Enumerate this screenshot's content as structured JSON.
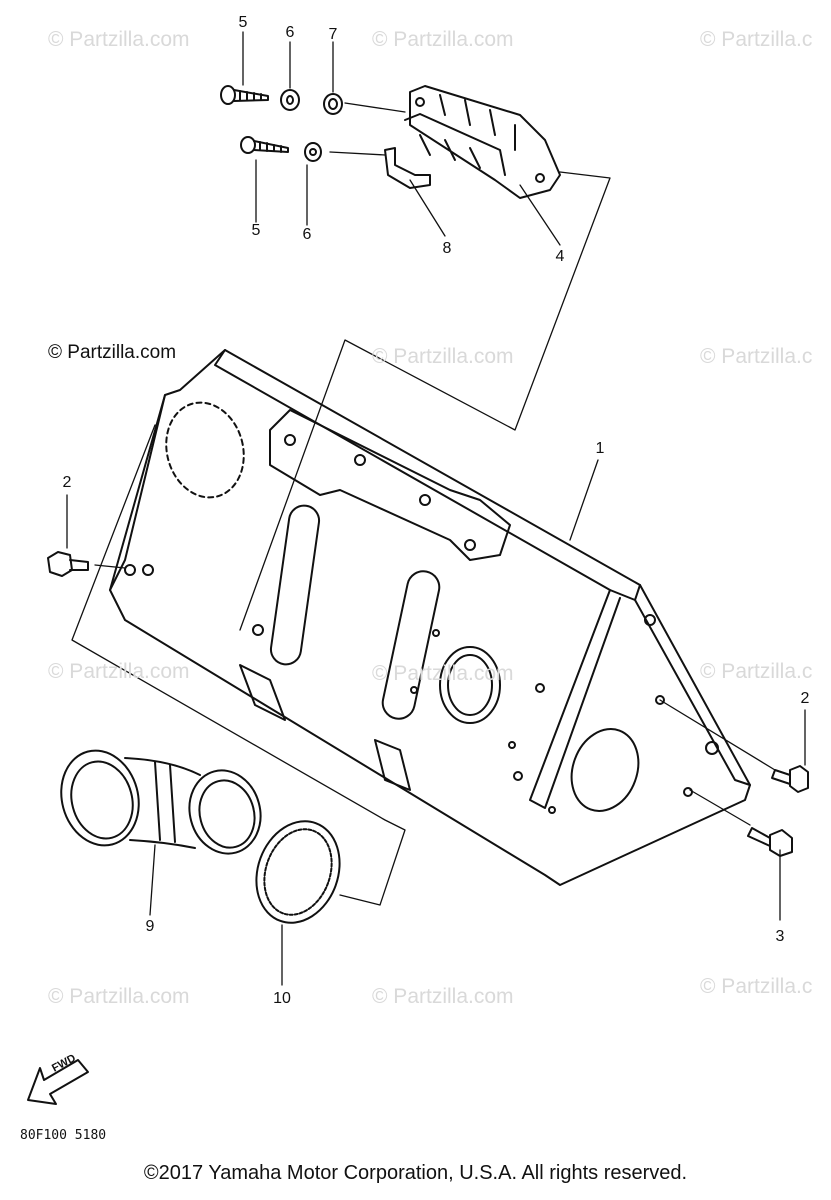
{
  "watermarks": [
    "© Partzilla.com",
    "© Partzilla.com",
    "© Partzilla.c",
    "© Partzilla.com",
    "© Partzilla.c",
    "© Partzilla.com",
    "© Partzilla.com",
    "© Partzilla.c",
    "© Partzilla.com",
    "© Partzilla.com",
    "© Partzilla.c"
  ],
  "watermark_dark": "© Partzilla.com",
  "callouts": {
    "p1": "1",
    "p2a": "2",
    "p2b": "2",
    "p3": "3",
    "p4": "4",
    "p5a": "5",
    "p5b": "5",
    "p6a": "6",
    "p6b": "6",
    "p7": "7",
    "p8": "8",
    "p9": "9",
    "p10": "10"
  },
  "fwd_label": "FWD",
  "diagram_code": "80F100 5180",
  "copyright": "©2017 Yamaha Motor Corporation, U.S.A. All rights reserved."
}
